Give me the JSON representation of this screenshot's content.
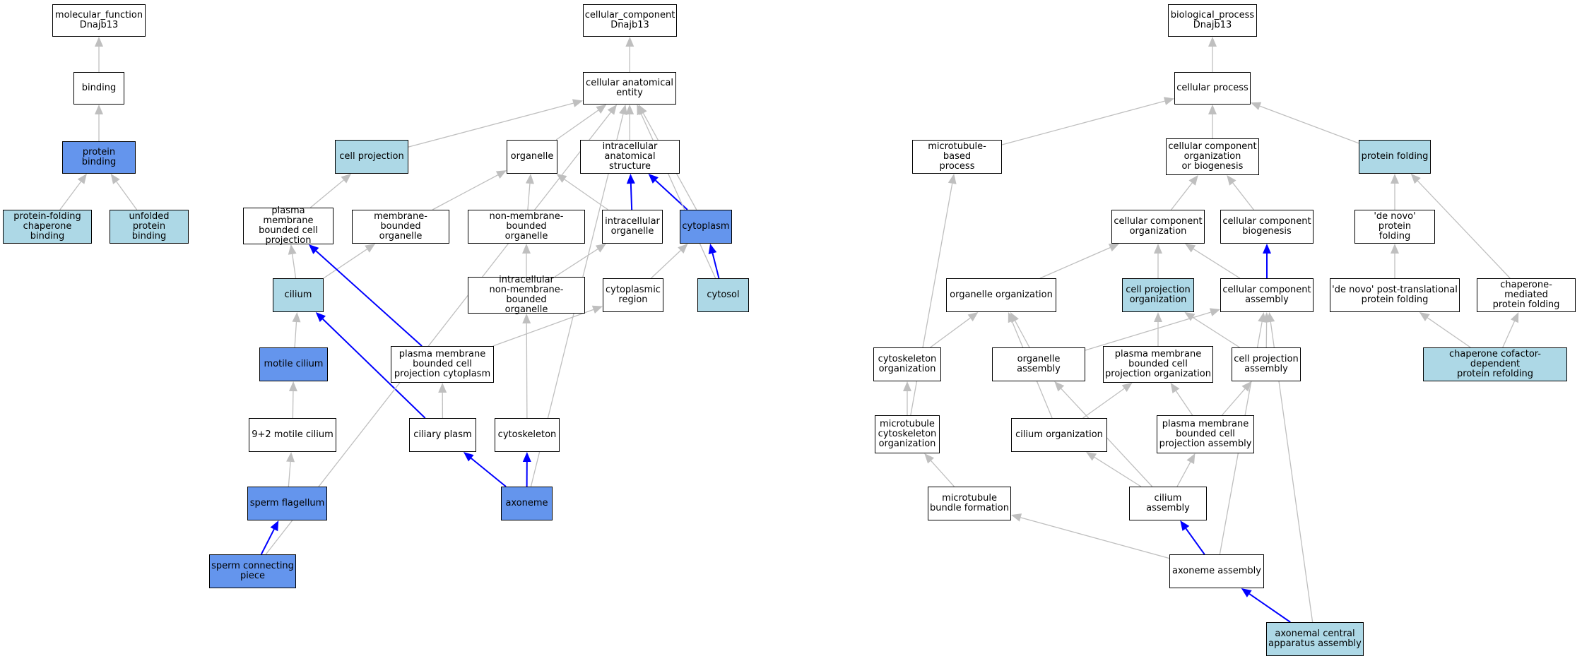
{
  "colors": {
    "plain": "#ffffff",
    "light": "#add8e6",
    "dark": "#6495ed",
    "edge_gray": "#bfbfbf",
    "edge_blue": "#0000ff"
  },
  "nodes": {
    "mf_root": {
      "label": "molecular_function\nDnajb13",
      "fill": "plain"
    },
    "binding": {
      "label": "binding",
      "fill": "plain"
    },
    "protein_binding": {
      "label": "protein binding",
      "fill": "dark"
    },
    "protein_folding_chaperone_binding": {
      "label": "protein-folding\nchaperone binding",
      "fill": "light"
    },
    "unfolded_protein_binding": {
      "label": "unfolded protein\nbinding",
      "fill": "light"
    },
    "cc_root": {
      "label": "cellular_component\nDnajb13",
      "fill": "plain"
    },
    "cellular_anatomical_entity": {
      "label": "cellular anatomical\nentity",
      "fill": "plain"
    },
    "cell_projection": {
      "label": "cell projection",
      "fill": "light"
    },
    "organelle": {
      "label": "organelle",
      "fill": "plain"
    },
    "intracellular_anatomical_structure": {
      "label": "intracellular\nanatomical structure",
      "fill": "plain"
    },
    "plasma_membrane_bounded_cell_projection": {
      "label": "plasma membrane\nbounded cell\nprojection",
      "fill": "plain"
    },
    "membrane_bounded_organelle": {
      "label": "membrane-bounded\norganelle",
      "fill": "plain"
    },
    "non_membrane_bounded_organelle": {
      "label": "non-membrane-bounded\norganelle",
      "fill": "plain"
    },
    "intracellular_organelle": {
      "label": "intracellular\norganelle",
      "fill": "plain"
    },
    "cytoplasm": {
      "label": "cytoplasm",
      "fill": "dark"
    },
    "cilium": {
      "label": "cilium",
      "fill": "light"
    },
    "intracellular_non_membrane_bounded_organelle": {
      "label": "intracellular\nnon-membrane-bounded\norganelle",
      "fill": "plain"
    },
    "cytoplasmic_region": {
      "label": "cytoplasmic\nregion",
      "fill": "plain"
    },
    "cytosol": {
      "label": "cytosol",
      "fill": "light"
    },
    "motile_cilium": {
      "label": "motile cilium",
      "fill": "dark"
    },
    "pm_bounded_cell_projection_cytoplasm": {
      "label": "plasma membrane\nbounded cell\nprojection cytoplasm",
      "fill": "plain"
    },
    "nine_plus_two_motile_cilium": {
      "label": "9+2 motile cilium",
      "fill": "plain"
    },
    "ciliary_plasm": {
      "label": "ciliary plasm",
      "fill": "plain"
    },
    "cytoskeleton": {
      "label": "cytoskeleton",
      "fill": "plain"
    },
    "sperm_flagellum": {
      "label": "sperm flagellum",
      "fill": "dark"
    },
    "axoneme": {
      "label": "axoneme",
      "fill": "dark"
    },
    "sperm_connecting_piece": {
      "label": "sperm connecting\npiece",
      "fill": "dark"
    },
    "bp_root": {
      "label": "biological_process\nDnajb13",
      "fill": "plain"
    },
    "cellular_process": {
      "label": "cellular process",
      "fill": "plain"
    },
    "microtubule_based_process": {
      "label": "microtubule-based\nprocess",
      "fill": "plain"
    },
    "cellular_component_organization_or_biogenesis": {
      "label": "cellular component\norganization\nor biogenesis",
      "fill": "plain"
    },
    "protein_folding": {
      "label": "protein folding",
      "fill": "light"
    },
    "cellular_component_organization": {
      "label": "cellular component\norganization",
      "fill": "plain"
    },
    "cellular_component_biogenesis": {
      "label": "cellular component\nbiogenesis",
      "fill": "plain"
    },
    "de_novo_protein_folding": {
      "label": "'de novo' protein\nfolding",
      "fill": "plain"
    },
    "organelle_organization": {
      "label": "organelle organization",
      "fill": "plain"
    },
    "cell_projection_organization": {
      "label": "cell projection\norganization",
      "fill": "light"
    },
    "cellular_component_assembly": {
      "label": "cellular component\nassembly",
      "fill": "plain"
    },
    "de_novo_post_translational_protein_folding": {
      "label": "'de novo' post-translational\nprotein folding",
      "fill": "plain"
    },
    "chaperone_mediated_protein_folding": {
      "label": "chaperone-mediated\nprotein folding",
      "fill": "plain"
    },
    "cytoskeleton_organization": {
      "label": "cytoskeleton\norganization",
      "fill": "plain"
    },
    "organelle_assembly": {
      "label": "organelle assembly",
      "fill": "plain"
    },
    "pm_bounded_cell_projection_organization": {
      "label": "plasma membrane\nbounded cell\nprojection organization",
      "fill": "plain"
    },
    "cell_projection_assembly": {
      "label": "cell projection\nassembly",
      "fill": "plain"
    },
    "chaperone_cofactor_dependent_protein_refolding": {
      "label": "chaperone cofactor-dependent\nprotein refolding",
      "fill": "light"
    },
    "microtubule_cytoskeleton_organization": {
      "label": "microtubule\ncytoskeleton\norganization",
      "fill": "plain"
    },
    "cilium_organization": {
      "label": "cilium organization",
      "fill": "plain"
    },
    "pm_bounded_cell_projection_assembly": {
      "label": "plasma membrane\nbounded cell\nprojection assembly",
      "fill": "plain"
    },
    "microtubule_bundle_formation": {
      "label": "microtubule\nbundle formation",
      "fill": "plain"
    },
    "cilium_assembly": {
      "label": "cilium assembly",
      "fill": "plain"
    },
    "axoneme_assembly": {
      "label": "axoneme assembly",
      "fill": "plain"
    },
    "axonemal_central_apparatus_assembly": {
      "label": "axonemal central\napparatus assembly",
      "fill": "light"
    }
  },
  "edges": [
    {
      "from": "binding",
      "to": "mf_root",
      "color": "gray"
    },
    {
      "from": "protein_binding",
      "to": "binding",
      "color": "gray"
    },
    {
      "from": "protein_folding_chaperone_binding",
      "to": "protein_binding",
      "color": "gray"
    },
    {
      "from": "unfolded_protein_binding",
      "to": "protein_binding",
      "color": "gray"
    },
    {
      "from": "cellular_anatomical_entity",
      "to": "cc_root",
      "color": "gray"
    },
    {
      "from": "cell_projection",
      "to": "cellular_anatomical_entity",
      "color": "gray"
    },
    {
      "from": "organelle",
      "to": "cellular_anatomical_entity",
      "color": "gray"
    },
    {
      "from": "intracellular_anatomical_structure",
      "to": "cellular_anatomical_entity",
      "color": "gray"
    },
    {
      "from": "plasma_membrane_bounded_cell_projection",
      "to": "cell_projection",
      "color": "gray"
    },
    {
      "from": "membrane_bounded_organelle",
      "to": "organelle",
      "color": "gray"
    },
    {
      "from": "non_membrane_bounded_organelle",
      "to": "organelle",
      "color": "gray"
    },
    {
      "from": "intracellular_organelle",
      "to": "organelle",
      "color": "gray"
    },
    {
      "from": "intracellular_organelle",
      "to": "intracellular_anatomical_structure",
      "color": "blue"
    },
    {
      "from": "cytoplasm",
      "to": "intracellular_anatomical_structure",
      "color": "blue"
    },
    {
      "from": "cytoplasm",
      "to": "cellular_anatomical_entity",
      "color": "gray"
    },
    {
      "from": "cilium",
      "to": "plasma_membrane_bounded_cell_projection",
      "color": "gray"
    },
    {
      "from": "cilium",
      "to": "membrane_bounded_organelle",
      "color": "gray"
    },
    {
      "from": "intracellular_non_membrane_bounded_organelle",
      "to": "non_membrane_bounded_organelle",
      "color": "gray"
    },
    {
      "from": "intracellular_non_membrane_bounded_organelle",
      "to": "intracellular_organelle",
      "color": "gray"
    },
    {
      "from": "cytoplasmic_region",
      "to": "cytoplasm",
      "color": "gray"
    },
    {
      "from": "cytosol",
      "to": "cytoplasm",
      "color": "blue"
    },
    {
      "from": "cytosol",
      "to": "cellular_anatomical_entity",
      "color": "gray"
    },
    {
      "from": "motile_cilium",
      "to": "cilium",
      "color": "gray"
    },
    {
      "from": "pm_bounded_cell_projection_cytoplasm",
      "to": "plasma_membrane_bounded_cell_projection",
      "color": "blue"
    },
    {
      "from": "pm_bounded_cell_projection_cytoplasm",
      "to": "cytoplasmic_region",
      "color": "gray"
    },
    {
      "from": "nine_plus_two_motile_cilium",
      "to": "motile_cilium",
      "color": "gray"
    },
    {
      "from": "ciliary_plasm",
      "to": "pm_bounded_cell_projection_cytoplasm",
      "color": "gray"
    },
    {
      "from": "ciliary_plasm",
      "to": "cilium",
      "color": "blue"
    },
    {
      "from": "cytoskeleton",
      "to": "intracellular_non_membrane_bounded_organelle",
      "color": "gray"
    },
    {
      "from": "sperm_flagellum",
      "to": "nine_plus_two_motile_cilium",
      "color": "gray"
    },
    {
      "from": "axoneme",
      "to": "ciliary_plasm",
      "color": "blue"
    },
    {
      "from": "axoneme",
      "to": "cytoskeleton",
      "color": "blue"
    },
    {
      "from": "axoneme",
      "to": "cellular_anatomical_entity",
      "color": "gray"
    },
    {
      "from": "sperm_connecting_piece",
      "to": "sperm_flagellum",
      "color": "blue"
    },
    {
      "from": "sperm_connecting_piece",
      "to": "cellular_anatomical_entity",
      "color": "gray"
    },
    {
      "from": "cellular_process",
      "to": "bp_root",
      "color": "gray"
    },
    {
      "from": "microtubule_based_process",
      "to": "cellular_process",
      "color": "gray"
    },
    {
      "from": "cellular_component_organization_or_biogenesis",
      "to": "cellular_process",
      "color": "gray"
    },
    {
      "from": "protein_folding",
      "to": "cellular_process",
      "color": "gray"
    },
    {
      "from": "cellular_component_organization",
      "to": "cellular_component_organization_or_biogenesis",
      "color": "gray"
    },
    {
      "from": "cellular_component_biogenesis",
      "to": "cellular_component_organization_or_biogenesis",
      "color": "gray"
    },
    {
      "from": "de_novo_protein_folding",
      "to": "protein_folding",
      "color": "gray"
    },
    {
      "from": "organelle_organization",
      "to": "cellular_component_organization",
      "color": "gray"
    },
    {
      "from": "cell_projection_organization",
      "to": "cellular_component_organization",
      "color": "gray"
    },
    {
      "from": "cellular_component_assembly",
      "to": "cellular_component_organization",
      "color": "gray"
    },
    {
      "from": "cellular_component_assembly",
      "to": "cellular_component_biogenesis",
      "color": "blue"
    },
    {
      "from": "de_novo_post_translational_protein_folding",
      "to": "de_novo_protein_folding",
      "color": "gray"
    },
    {
      "from": "chaperone_mediated_protein_folding",
      "to": "protein_folding",
      "color": "gray"
    },
    {
      "from": "cytoskeleton_organization",
      "to": "organelle_organization",
      "color": "gray"
    },
    {
      "from": "organelle_assembly",
      "to": "organelle_organization",
      "color": "gray"
    },
    {
      "from": "organelle_assembly",
      "to": "cellular_component_assembly",
      "color": "gray"
    },
    {
      "from": "pm_bounded_cell_projection_organization",
      "to": "cell_projection_organization",
      "color": "gray"
    },
    {
      "from": "cell_projection_assembly",
      "to": "cell_projection_organization",
      "color": "gray"
    },
    {
      "from": "cell_projection_assembly",
      "to": "cellular_component_assembly",
      "color": "gray"
    },
    {
      "from": "chaperone_cofactor_dependent_protein_refolding",
      "to": "de_novo_post_translational_protein_folding",
      "color": "gray"
    },
    {
      "from": "chaperone_cofactor_dependent_protein_refolding",
      "to": "chaperone_mediated_protein_folding",
      "color": "gray"
    },
    {
      "from": "microtubule_cytoskeleton_organization",
      "to": "cytoskeleton_organization",
      "color": "gray"
    },
    {
      "from": "microtubule_cytoskeleton_organization",
      "to": "microtubule_based_process",
      "color": "gray"
    },
    {
      "from": "cilium_organization",
      "to": "organelle_organization",
      "color": "gray"
    },
    {
      "from": "cilium_organization",
      "to": "pm_bounded_cell_projection_organization",
      "color": "gray"
    },
    {
      "from": "pm_bounded_cell_projection_assembly",
      "to": "pm_bounded_cell_projection_organization",
      "color": "gray"
    },
    {
      "from": "pm_bounded_cell_projection_assembly",
      "to": "cell_projection_assembly",
      "color": "gray"
    },
    {
      "from": "microtubule_bundle_formation",
      "to": "microtubule_cytoskeleton_organization",
      "color": "gray"
    },
    {
      "from": "cilium_assembly",
      "to": "cilium_organization",
      "color": "gray"
    },
    {
      "from": "cilium_assembly",
      "to": "pm_bounded_cell_projection_assembly",
      "color": "gray"
    },
    {
      "from": "cilium_assembly",
      "to": "organelle_assembly",
      "color": "gray"
    },
    {
      "from": "axoneme_assembly",
      "to": "cilium_assembly",
      "color": "blue"
    },
    {
      "from": "axoneme_assembly",
      "to": "microtubule_bundle_formation",
      "color": "gray"
    },
    {
      "from": "axoneme_assembly",
      "to": "cellular_component_assembly",
      "color": "gray"
    },
    {
      "from": "axonemal_central_apparatus_assembly",
      "to": "axoneme_assembly",
      "color": "blue"
    },
    {
      "from": "axonemal_central_apparatus_assembly",
      "to": "cellular_component_assembly",
      "color": "gray"
    }
  ]
}
